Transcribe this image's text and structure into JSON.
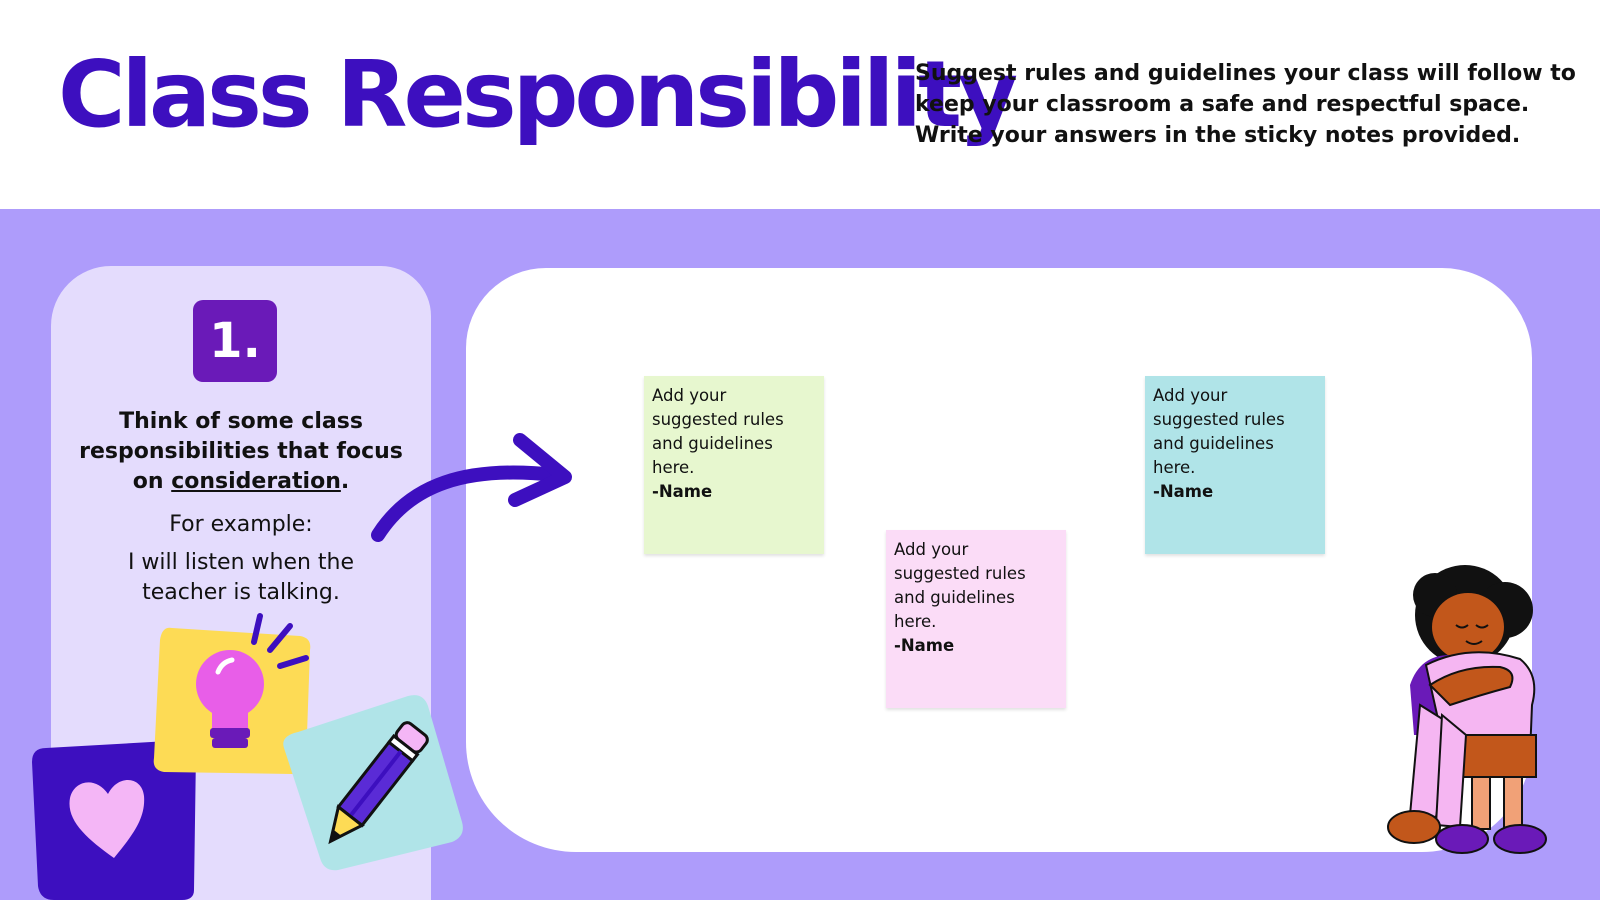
{
  "header": {
    "title": "Class Responsibility",
    "instructions": "Suggest rules and guidelines your class will follow to keep your classroom a safe and respectful space. Write your answers in the sticky notes provided."
  },
  "step": {
    "number": "1.",
    "prompt_before": "Think of some class responsibilities that focus on ",
    "prompt_keyword": "consideration",
    "prompt_after": ".",
    "example_label": "For example:",
    "example_text": "I will listen when the teacher is talking."
  },
  "sticky_notes": [
    {
      "text": "Add your suggested rules and guidelines here.",
      "name": "-Name",
      "color": "#e7f7cf"
    },
    {
      "text": "Add your suggested rules and guidelines here.",
      "name": "-Name",
      "color": "#fbdcf7"
    },
    {
      "text": "Add your suggested rules and guidelines here.",
      "name": "-Name",
      "color": "#b0e4e8"
    }
  ],
  "colors": {
    "title": "#3d0fbf",
    "band": "#ae9cfb",
    "left_card": "#e4dcfd",
    "badge": "#6a1ab8",
    "arrow": "#3d0fbf",
    "text": "#111111"
  },
  "icons": [
    "arrow-right-icon",
    "heart-icon",
    "lightbulb-icon",
    "pencil-icon",
    "hugging-kids-illustration"
  ]
}
